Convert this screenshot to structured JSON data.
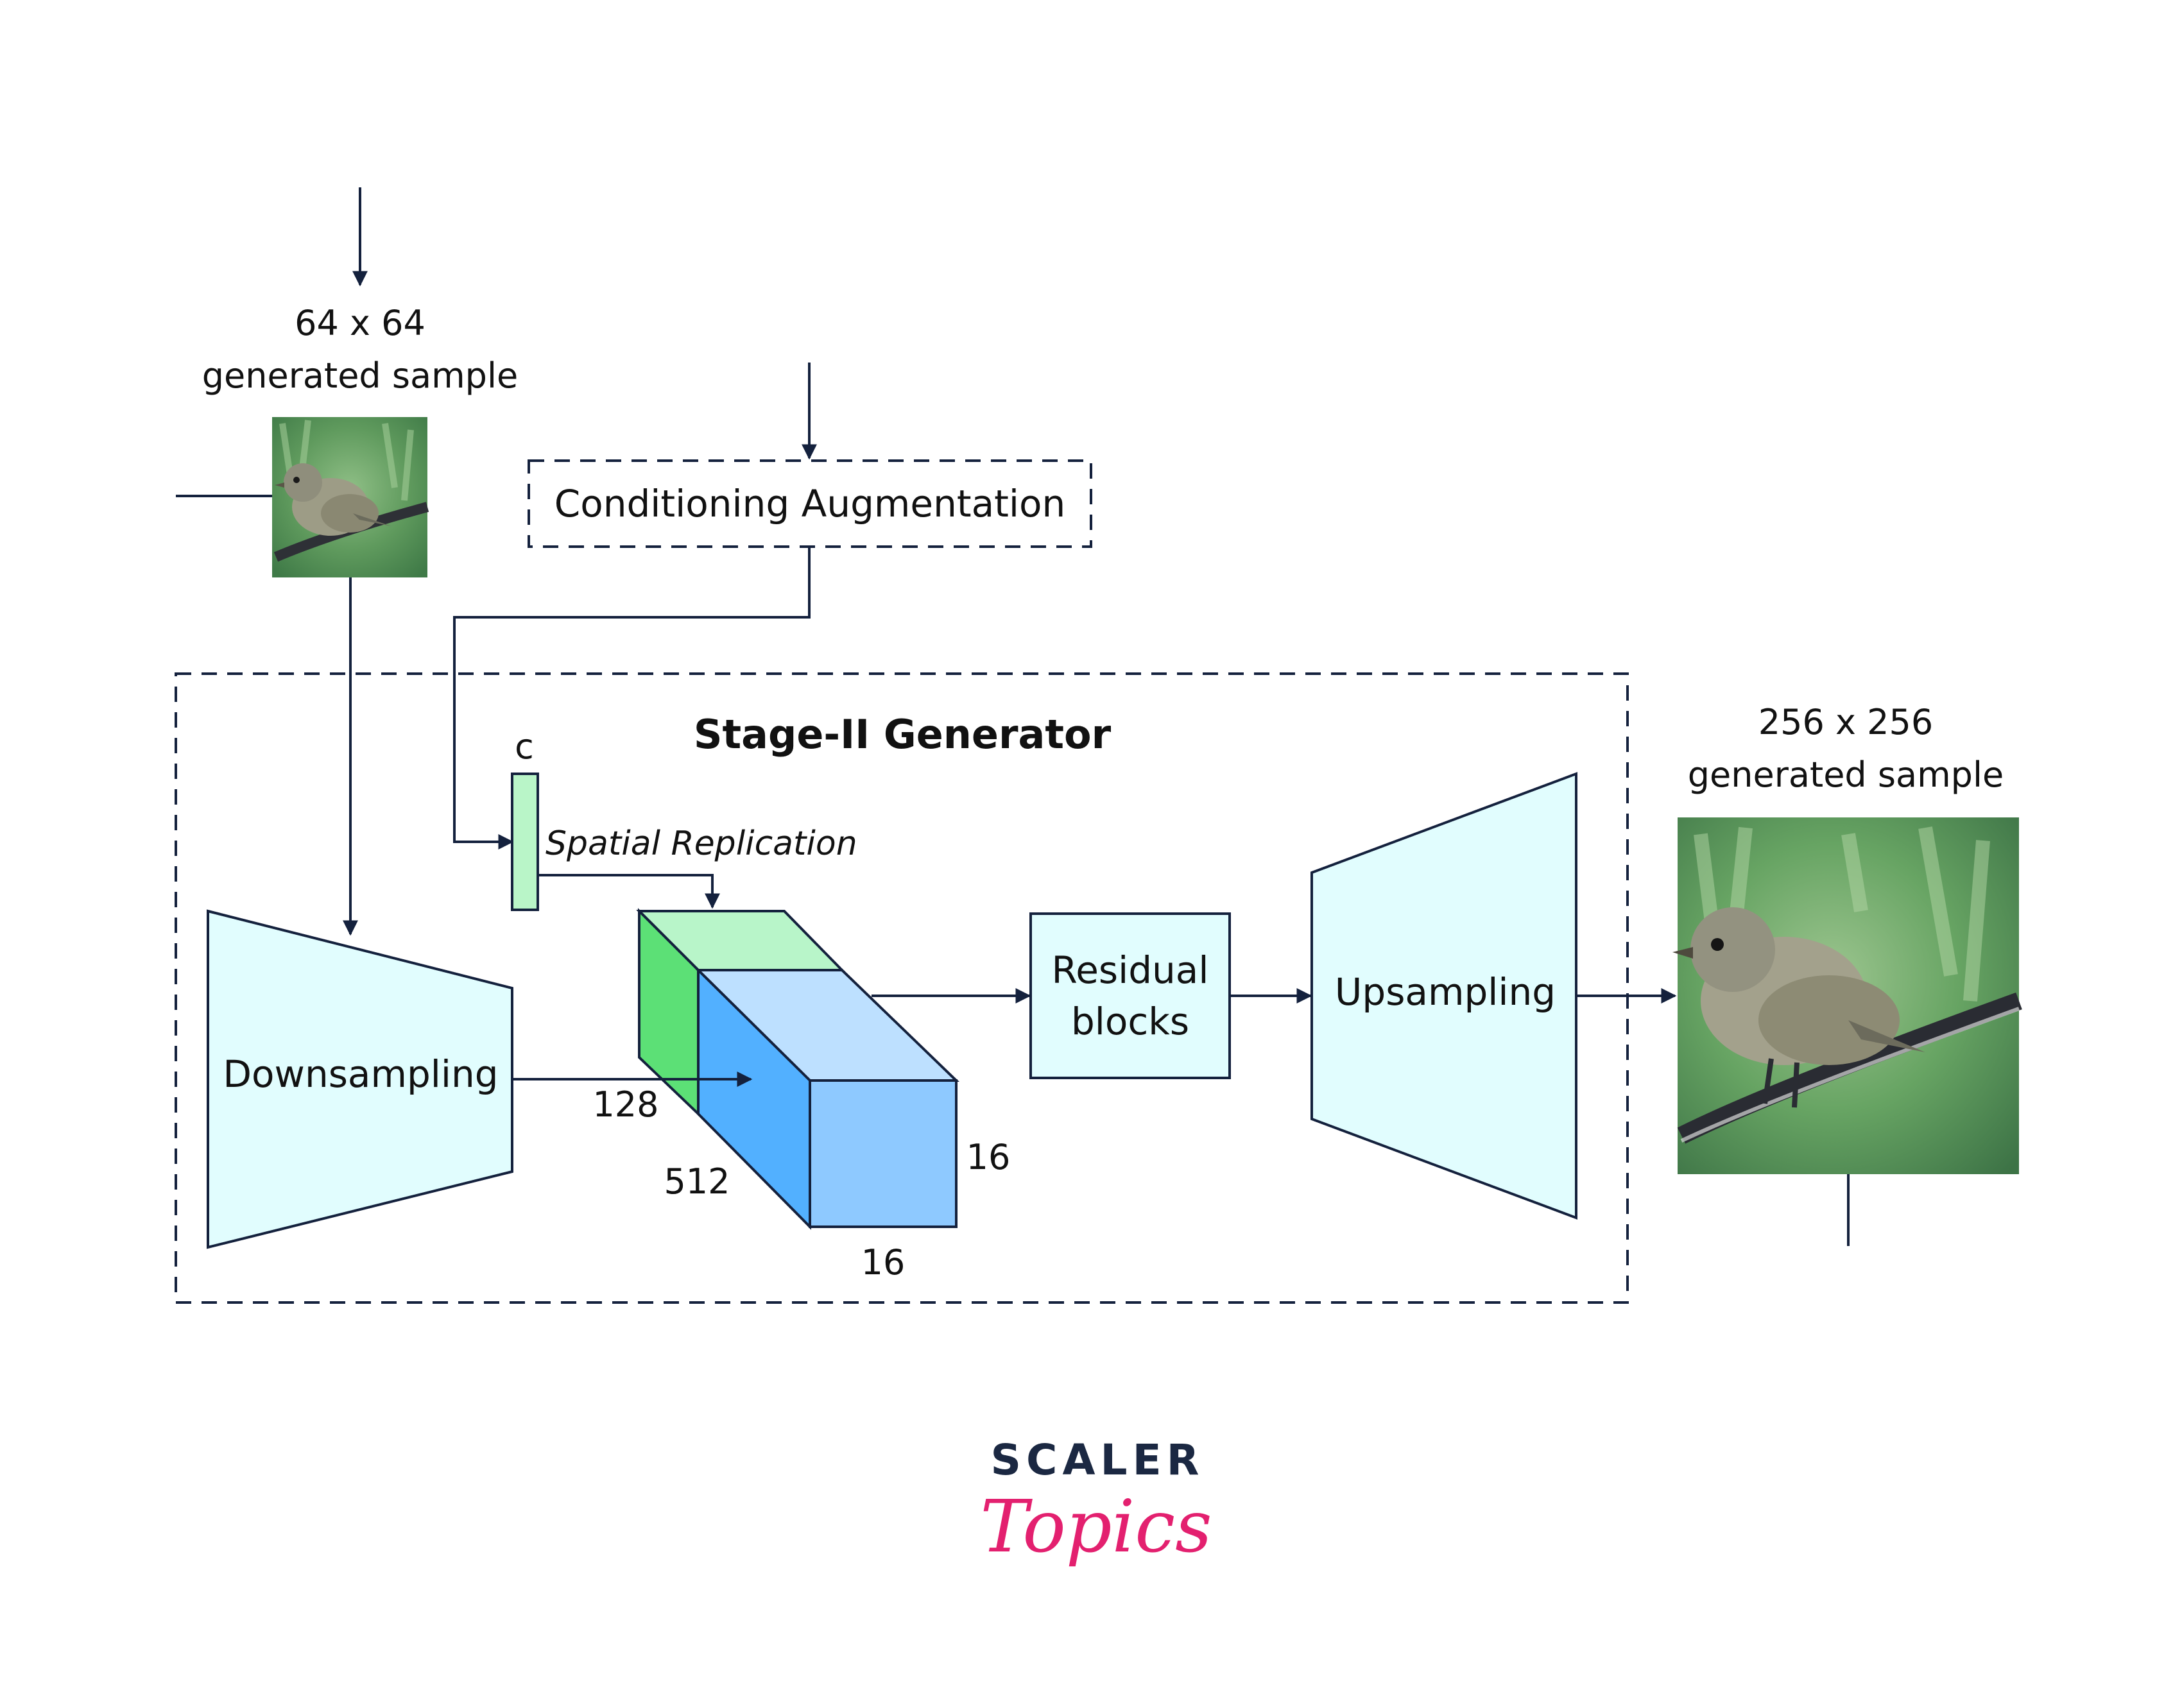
{
  "input_sample": {
    "size": "64 x 64",
    "caption": "generated sample"
  },
  "conditioning": {
    "label": "Conditioning Augmentation"
  },
  "generator": {
    "title": "Stage-II Generator",
    "c_label": "c",
    "spatial_replication": "Spatial Replication",
    "downsampling": "Downsampling",
    "tensor": {
      "channels": "128",
      "depth": "512",
      "height": "16",
      "width": "16"
    },
    "residual_line1": "Residual",
    "residual_line2": "blocks",
    "upsampling": "Upsampling"
  },
  "output_sample": {
    "size": "256 x 256",
    "caption": "generated sample"
  },
  "brand": {
    "line1": "SCALER",
    "line2": "Topics"
  },
  "colors": {
    "line": "#14213d",
    "block_fill": "#e1fdfe",
    "vector_fill": "#b9f5c8",
    "tensor_green_side": "#5ce076",
    "tensor_green_top": "#b8f5c9",
    "tensor_blue_front": "#52b0ff",
    "tensor_blue_top": "#bde0ff",
    "tensor_blue_side": "#8ec9ff",
    "brand_dark": "#1b2842",
    "brand_pink": "#e3206f"
  }
}
